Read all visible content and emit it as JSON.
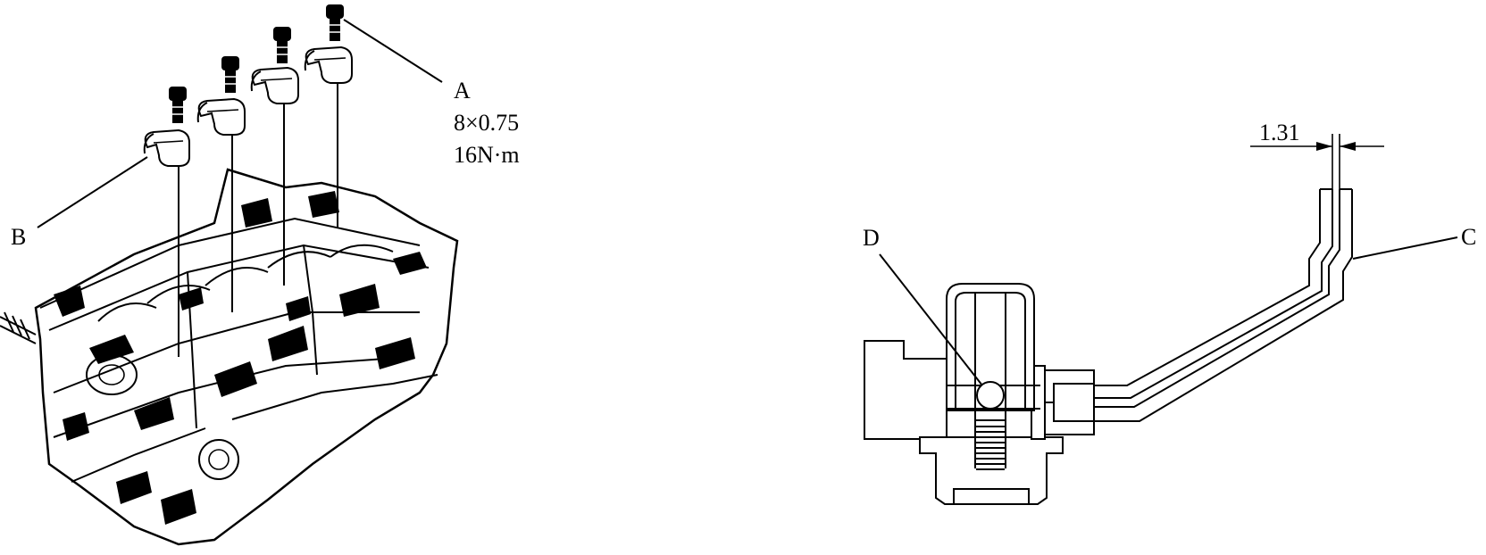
{
  "left_view": {
    "label_a": "A",
    "spec_thread": "8×0.75",
    "spec_torque": "16N·m",
    "label_b": "B"
  },
  "right_view": {
    "label_c": "C",
    "label_d": "D",
    "dimension": "1.31"
  }
}
